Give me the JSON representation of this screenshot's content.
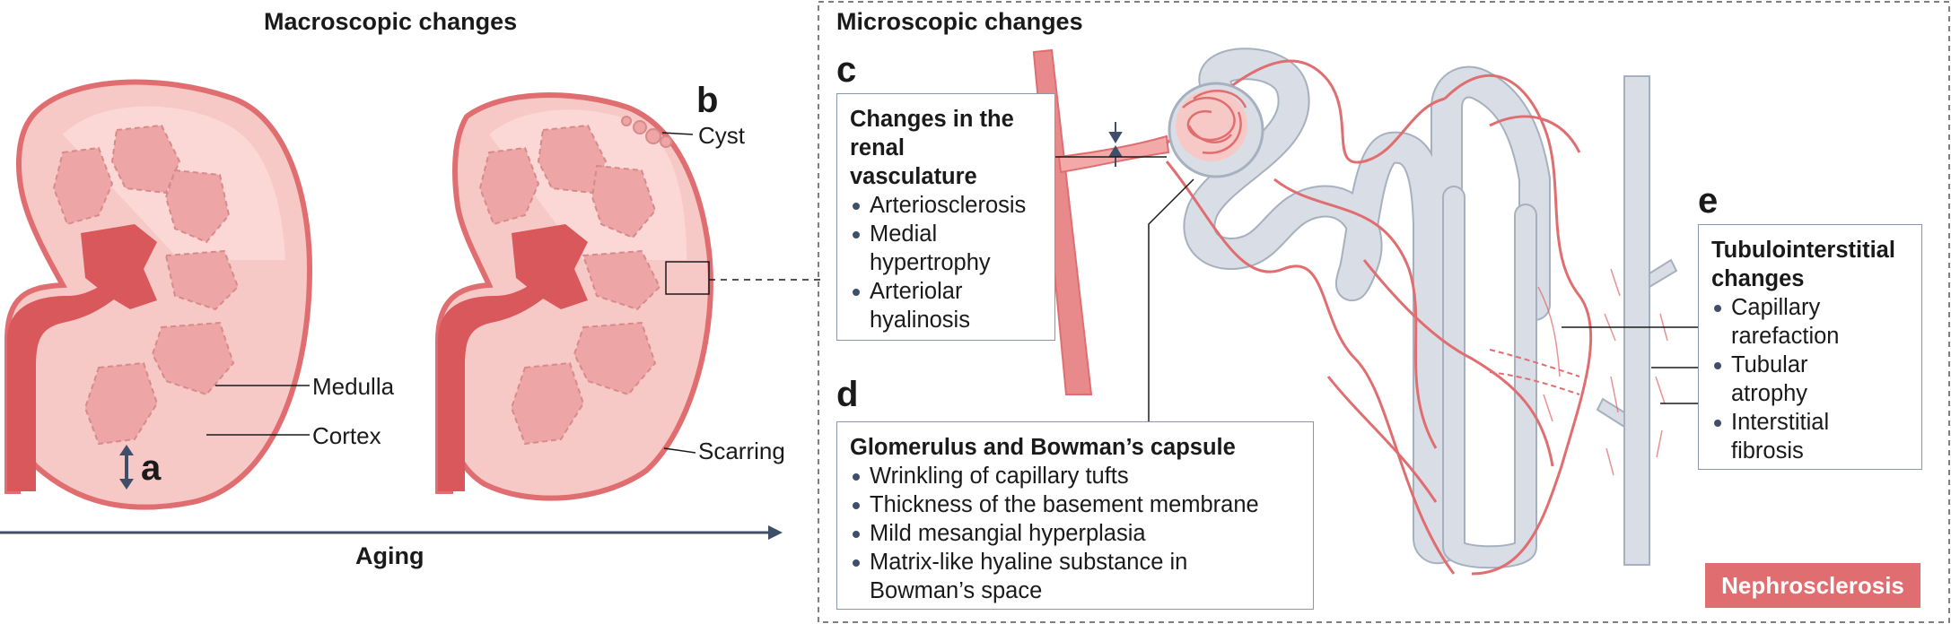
{
  "colors": {
    "kidney_outer": "#e06d70",
    "kidney_fill": "#f7c9c6",
    "kidney_light": "#fbdcd8",
    "lobe": "#eda6a5",
    "pelvis": "#d9585c",
    "tubule_fill": "#d9dee6",
    "tubule_stroke": "#a7b0bf",
    "arrow_navy": "#3f4f6a",
    "tag_bg": "#e06d70"
  },
  "left": {
    "heading": "Macroscopic changes",
    "label_b": "b",
    "label_a": "a",
    "cyst": "Cyst",
    "medulla": "Medulla",
    "cortex": "Cortex",
    "scarring": "Scarring",
    "aging": "Aging"
  },
  "right": {
    "heading": "Microscopic changes",
    "label_c": "c",
    "label_d": "d",
    "label_e": "e",
    "box_c": {
      "title_lines": [
        "Changes in the",
        "renal",
        "vasculature"
      ],
      "items": [
        "Arteriosclerosis",
        "Medial hypertrophy",
        "Arteriolar hyalinosis"
      ]
    },
    "box_d": {
      "title": "Glomerulus and Bowman’s capsule",
      "items": [
        "Wrinkling of capillary tufts",
        "Thickness of the basement membrane",
        "Mild mesangial hyperplasia",
        "Matrix-like hyaline substance in Bowman’s space"
      ]
    },
    "box_e": {
      "title_lines": [
        "Tubulointerstitial",
        "changes"
      ],
      "items": [
        "Capillary rarefaction",
        "Tubular atrophy",
        "Interstitial fibrosis"
      ]
    },
    "tag": "Nephrosclerosis"
  }
}
